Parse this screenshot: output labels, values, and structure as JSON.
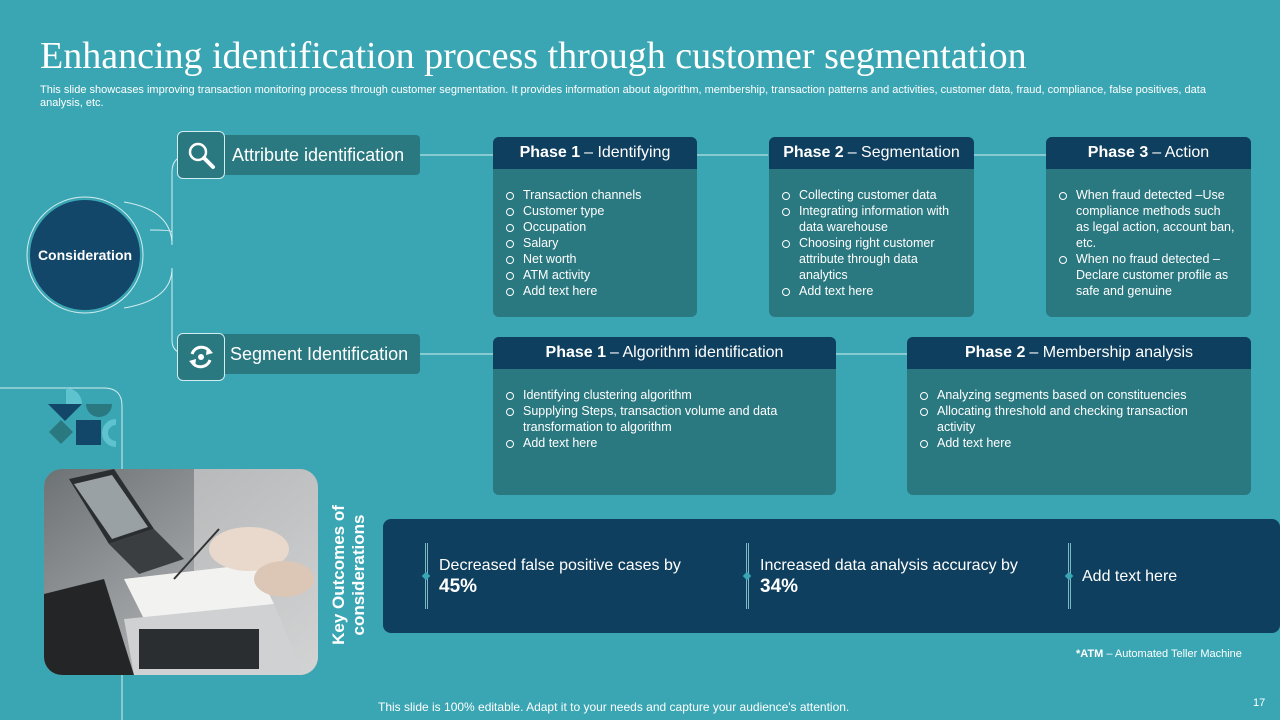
{
  "title": "Enhancing identification process through customer segmentation",
  "subtitle": "This slide showcases improving transaction monitoring process through customer segmentation. It provides information about algorithm, membership, transaction patterns and activities, customer data, fraud, compliance, false positives, data analysis, etc.",
  "consideration": "Consideration",
  "attribute": {
    "label": "Attribute identification",
    "icon": "magnifier-icon",
    "phases": [
      {
        "num": "Phase 1",
        "name": "– Identifying",
        "items": [
          "Transaction channels",
          "Customer type",
          "Occupation",
          "Salary",
          "Net worth",
          "ATM activity",
          "Add text here"
        ]
      },
      {
        "num": "Phase 2",
        "name": "– Segmentation",
        "items": [
          "Collecting customer data",
          "Integrating information with data warehouse",
          "Choosing right customer attribute through data analytics",
          "Add text here"
        ]
      },
      {
        "num": "Phase 3",
        "name": "– Action",
        "items": [
          "When fraud detected –Use compliance methods such as legal action, account ban, etc.",
          "When no fraud detected – Declare customer profile as safe and genuine"
        ]
      }
    ]
  },
  "segment": {
    "label": "Segment Identification",
    "icon": "refresh-cycle-icon",
    "phases": [
      {
        "num": "Phase 1",
        "name": "– Algorithm identification",
        "items": [
          "Identifying clustering algorithm",
          "Supplying Steps, transaction volume and data transformation to algorithm",
          "Add text here"
        ]
      },
      {
        "num": "Phase 2",
        "name": "– Membership analysis",
        "items": [
          "Analyzing segments based on constituencies",
          "Allocating threshold and checking transaction activity",
          "Add text here"
        ]
      }
    ]
  },
  "outcomes": {
    "label": "Key Outcomes of considerations",
    "items": [
      {
        "text": "Decreased false positive cases by ",
        "value": "45%"
      },
      {
        "text": "Increased data analysis accuracy by ",
        "value": "34%"
      },
      {
        "text": "Add text here",
        "value": ""
      }
    ]
  },
  "atm_note_bold": "*ATM",
  "atm_note": " – Automated Teller Machine",
  "footer": "This slide is 100% editable. Adapt it to your needs and capture your audience's attention.",
  "page_number": "17",
  "colors": {
    "background": "#3aa6b3",
    "card": "#2a7880",
    "header": "#0f3f5e",
    "accent": "#12476a"
  }
}
